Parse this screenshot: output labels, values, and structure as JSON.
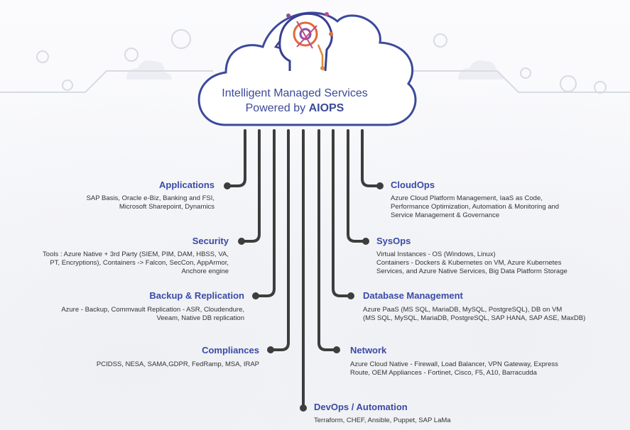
{
  "cloud": {
    "line1": "Intelligent Managed Services",
    "line2_prefix": "Powered by ",
    "line2_bold": "AIOPS"
  },
  "colors": {
    "cloud_stroke": "#3b4a9a",
    "connector": "#3d3d3d",
    "heading": "#3b4aa6",
    "text": "#333333"
  },
  "services": {
    "applications": {
      "title": "Applications",
      "desc1": "SAP Basis, Oracle e-Biz, Banking and FSI,",
      "desc2": "Microsoft Sharepoint, Dynamics"
    },
    "security": {
      "title": "Security",
      "desc1": "Tools : Azure Native + 3rd Party (SIEM, PIM, DAM, HBSS, VA,",
      "desc2": "PT, Encryptions), Containers -> Falcon, SecCon, AppArmor,",
      "desc3": "Anchore engine"
    },
    "backup": {
      "title": "Backup & Replication",
      "desc1": "Azure - Backup, Commvault Replication - ASR, Cloudendure,",
      "desc2": "Veeam, Native DB replication"
    },
    "compliances": {
      "title": "Compliances",
      "desc1": "PCIDSS, NESA, SAMA,GDPR, FedRamp, MSA, IRAP"
    },
    "cloudops": {
      "title": "CloudOps",
      "desc1": "Azure Cloud Platform Management, IaaS as Code,",
      "desc2": "Performance Optimization, Automation & Monitoring and",
      "desc3": "Service Management & Governance"
    },
    "sysops": {
      "title": "SysOps",
      "desc1": "Virtual Instances - OS  (Windows, Linux)",
      "desc2": "Containers - Dockers & Kubernetes on VM, Azure Kubernetes",
      "desc3": "Services, and Azure Native Services, Big Data Platform Storage"
    },
    "database": {
      "title": "Database Management",
      "desc1": "Azure PaaS (MS SQL, MariaDB, MySQL, PostgreSQL), DB on VM",
      "desc2": "(MS SQL, MySQL, MariaDB, PostgreSQL, SAP HANA, SAP ASE, MaxDB)"
    },
    "network": {
      "title": "Network",
      "desc1": "Azure Cloud Native -  Firewall, Load Balancer, VPN Gateway, Express",
      "desc2": "Route, OEM Appliances - Fortinet, Cisco, F5, A10, Barracudda"
    },
    "devops": {
      "title": "DevOps / Automation",
      "desc1": "Terraform, CHEF, Ansible, Puppet, SAP LaMa"
    }
  }
}
